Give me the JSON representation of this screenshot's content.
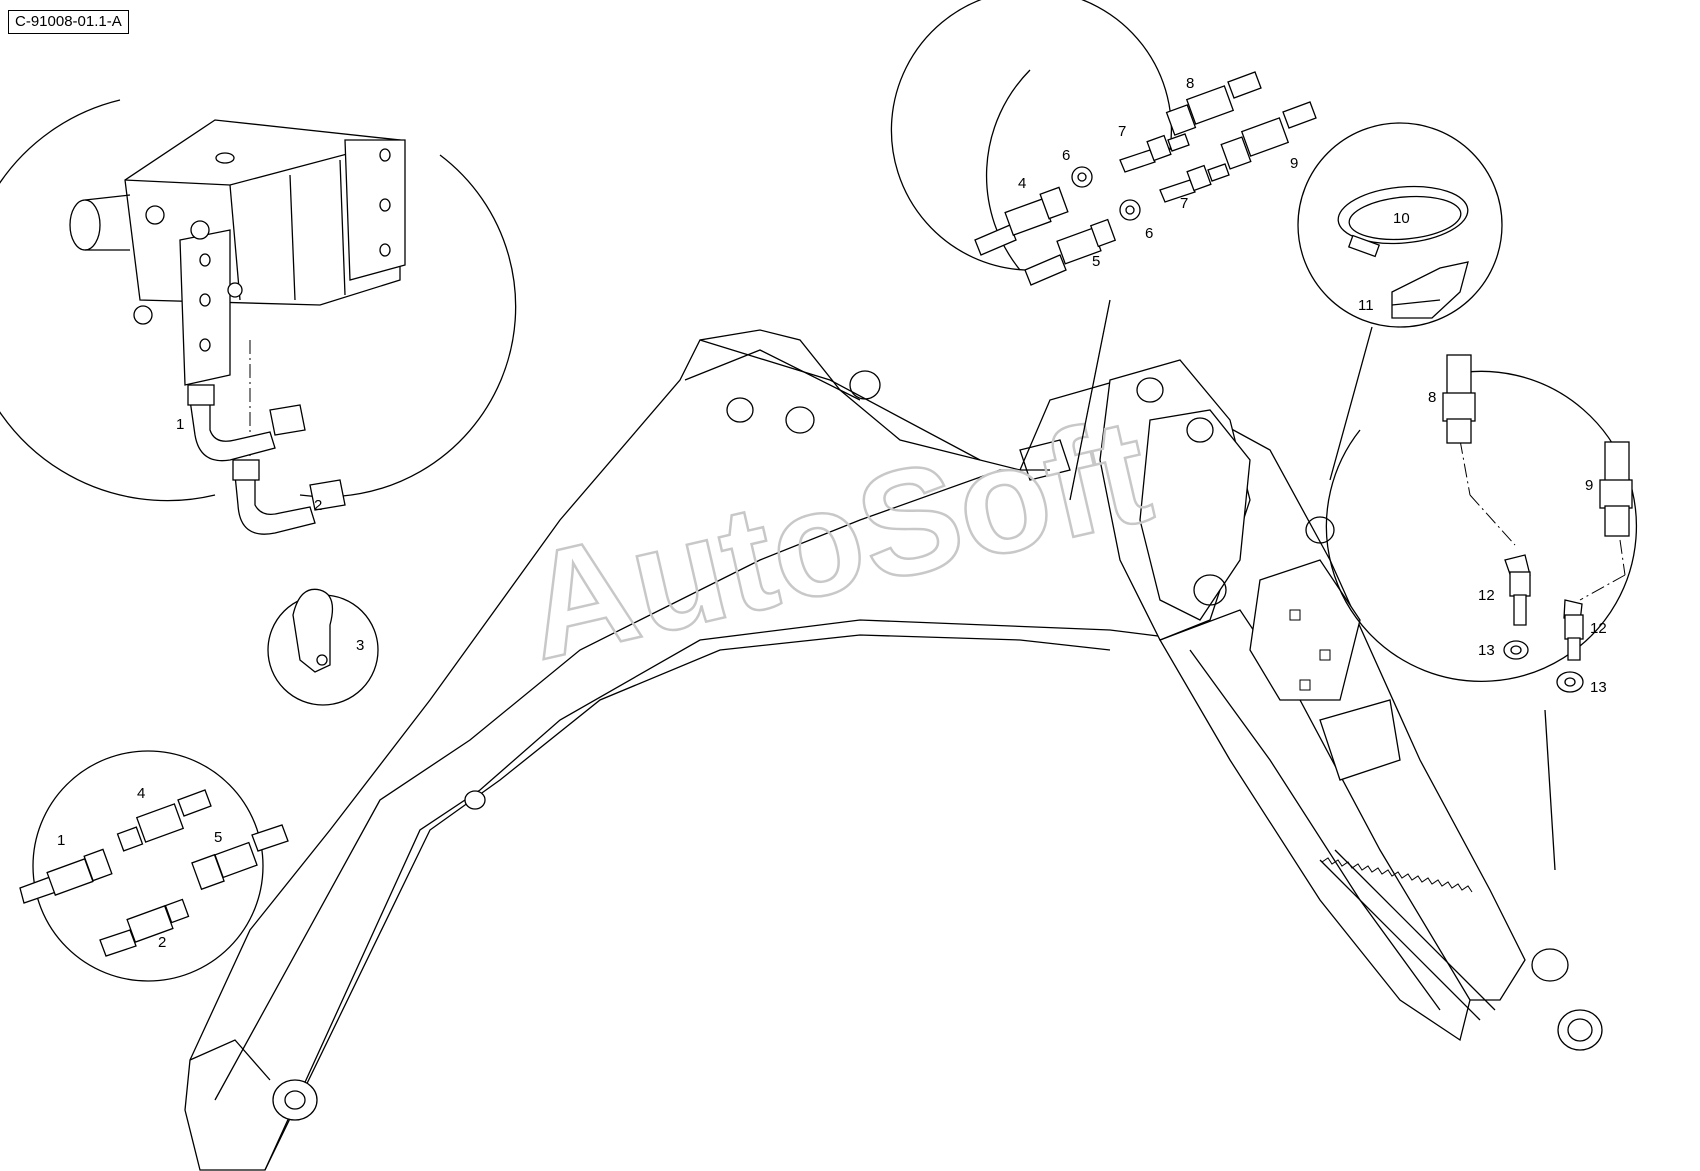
{
  "drawing_ref": "C-91008-01.1-A",
  "watermark": "AutoSoft",
  "callouts": {
    "pump_1": "1",
    "pump_2": "2",
    "clip_3": "3",
    "fit_1": "1",
    "fit_2": "2",
    "fit_4": "4",
    "fit_5": "5",
    "top_4": "4",
    "top_5": "5",
    "top_6a": "6",
    "top_6b": "6",
    "top_7a": "7",
    "top_7b": "7",
    "top_8": "8",
    "top_9": "9",
    "clamp_10": "10",
    "clamp_11": "11",
    "right_8": "8",
    "right_9": "9",
    "right_12a": "12",
    "right_12b": "12",
    "right_13a": "13",
    "right_13b": "13"
  }
}
